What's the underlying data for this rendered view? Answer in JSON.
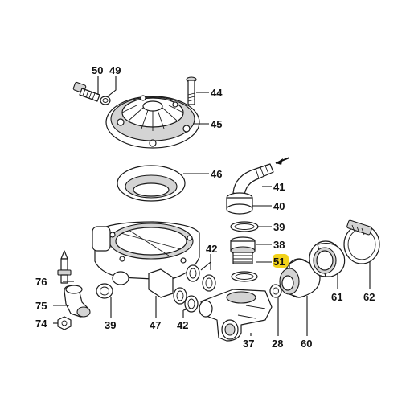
{
  "callouts": [
    {
      "id": "50",
      "text": "50"
    },
    {
      "id": "49",
      "text": "49"
    },
    {
      "id": "44",
      "text": "44"
    },
    {
      "id": "45",
      "text": "45"
    },
    {
      "id": "46",
      "text": "46"
    },
    {
      "id": "41",
      "text": "41"
    },
    {
      "id": "40",
      "text": "40"
    },
    {
      "id": "39a",
      "text": "39"
    },
    {
      "id": "38",
      "text": "38"
    },
    {
      "id": "42a",
      "text": "42"
    },
    {
      "id": "51",
      "text": "51",
      "highlight": true
    },
    {
      "id": "76",
      "text": "76"
    },
    {
      "id": "75",
      "text": "75"
    },
    {
      "id": "74",
      "text": "74"
    },
    {
      "id": "39b",
      "text": "39"
    },
    {
      "id": "47",
      "text": "47"
    },
    {
      "id": "42b",
      "text": "42"
    },
    {
      "id": "37",
      "text": "37"
    },
    {
      "id": "28",
      "text": "28"
    },
    {
      "id": "60",
      "text": "60"
    },
    {
      "id": "61",
      "text": "61"
    },
    {
      "id": "62",
      "text": "62"
    }
  ],
  "colors": {
    "line": "#1a1a1a",
    "shade": "#d4d4d4",
    "highlight": "#f2d21b",
    "background": "#ffffff"
  }
}
